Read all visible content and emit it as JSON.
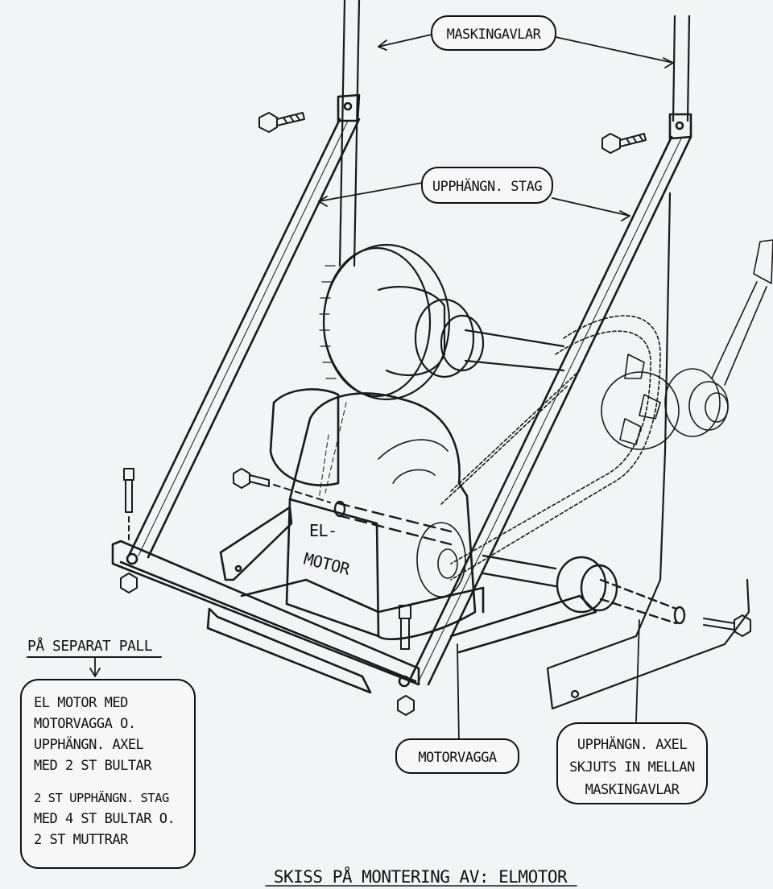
{
  "labels": {
    "maskingavlar": "MASKINGAVLAR",
    "upphangn_stag": "UPPHÄNGN. STAG",
    "el_motor_line1": "EL-",
    "el_motor_line2": "MOTOR",
    "motorvagga": "MOTORVAGGA",
    "axel_line1": "UPPHÄNGN. AXEL",
    "axel_line2": "SKJUTS IN MELLAN",
    "axel_line3": "MASKINGAVLAR"
  },
  "separate_pallet": {
    "heading": "PÅ SEPARAT PALL",
    "lines": [
      "EL MOTOR MED",
      "MOTORVAGGA O.",
      "UPPHÄNGN. AXEL",
      "MED 2 ST BULTAR",
      "",
      "2 ST UPPHÄNGN. STAG",
      "MED 4 ST BULTAR O.",
      "2 ST MUTTRAR"
    ]
  },
  "caption": "SKISS PÅ MONTERING AV: ELMOTOR"
}
